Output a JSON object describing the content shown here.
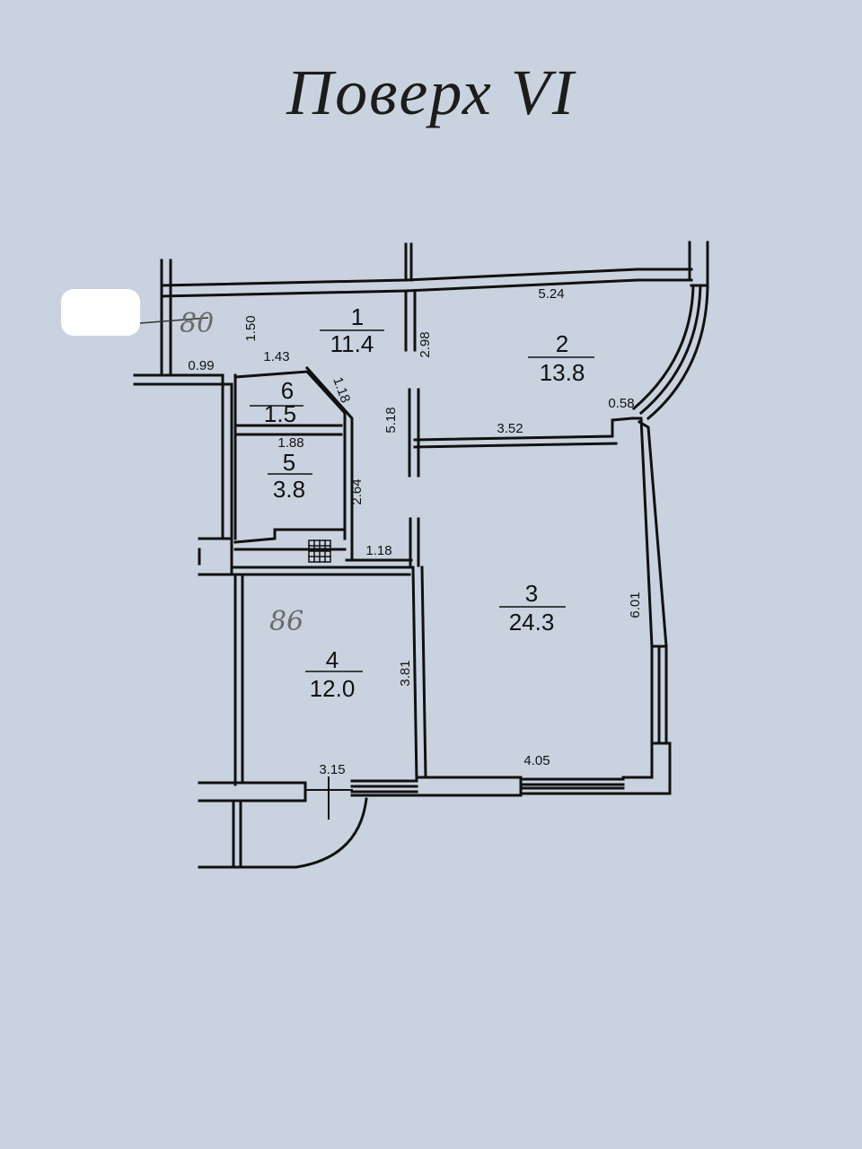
{
  "title": "Поверх VI",
  "rooms": [
    {
      "number": "1",
      "area": "11.4"
    },
    {
      "number": "2",
      "area": "13.8"
    },
    {
      "number": "3",
      "area": "24.3"
    },
    {
      "number": "4",
      "area": "12.0"
    },
    {
      "number": "5",
      "area": "3.8"
    },
    {
      "number": "6",
      "area": "1.5"
    }
  ],
  "dimensions": [
    "5.24",
    "1.50",
    "0.99",
    "1.43",
    "1.18",
    "2.98",
    "5.18",
    "0.58",
    "3.52",
    "1.88",
    "2.64",
    "1.18",
    "6.01",
    "3.81",
    "3.15",
    "4.05"
  ],
  "handwritten": [
    "80",
    "86"
  ],
  "colors": {
    "paper": "#c9d3df",
    "ink": "#111111",
    "pencil": "#6b6b6b",
    "redaction": "#ffffff"
  }
}
